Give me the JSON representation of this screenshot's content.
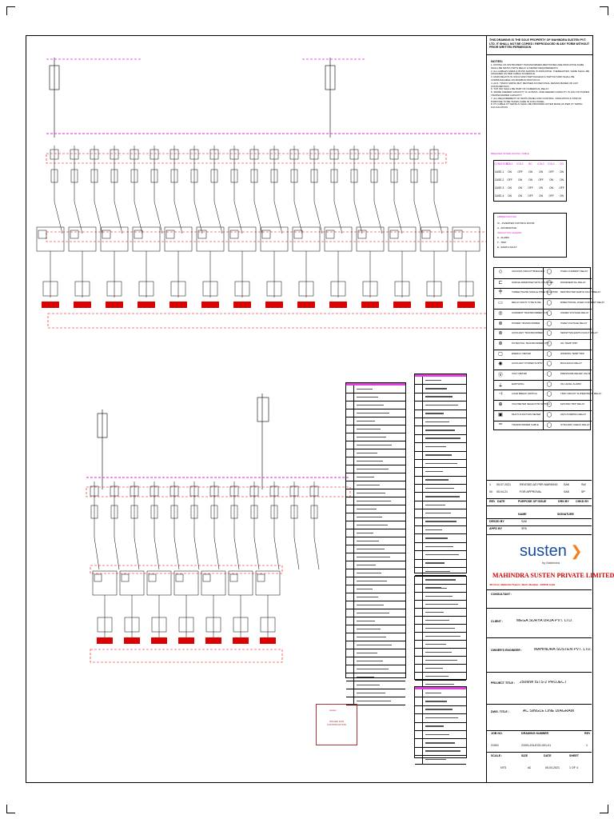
{
  "document": {
    "title_note": "THIS DRAWING IS THE SOLE PROPERTY OF MAHINDRA SUSTEN PVT. LTD. IT SHALL NOT BE COPIED / REPRODUCED IN ANY FORM WITHOUT PRIOR WRITTEN PERMISSION",
    "notes_heading": "NOTES:",
    "notes": [
      "1. RATING OF INSTRUMENT TRANSFORMER MENTIONED ARE INDICATIVE SAME SHALL BE MATCH WITH RELAY & METER REQUIREMENTS.",
      "2. ALL CABLES SIZES & RUNS SHOWN IS INDICATIVE. THEREAFTER, SAME SHALL BE FINALIZED AS PER CABLE SCHEDULE.",
      "3. MAIN RELAYS IN ICM & MAIN SWITCHGEAR & SWITCHYARD SHALL BE COMMUNICABLE ON MODBUS PROTOCOL.",
      "4. AUX. TRAFO SIZING MAY REVISED AS PER FINAL DESIGN BASED OF AUX CONSUMPTION.",
      "5. TCP (NI) SHALL BE PART OF NUMERICAL RELAY.",
      "6. SPARE FEEDER CAPACITY IS 12.5MVA. ONE FEEDER CAPACITY IS 12% OF POWER TRANSFORMER CAPACITY.",
      "7. ALL REQUIREMENT OF NIFPS PANEL FOR CONTROL, INDICATION & STATUS PURPOSE TO BE TAKEN CARE IN ICOG PANEL.",
      "8. PV CABLE CT DETAILS SHALL BE PROVIDED AFTER MAKE AS PER CT SIZING CALCULATION."
    ],
    "interlock_title": "BREAKER INTERLOCKING TABLE",
    "interlock_headers": [
      "CONDITION",
      "ICB-1",
      "ICB-2",
      "BC",
      "ICB-3",
      "ICB-4",
      "OG"
    ],
    "interlock_rows": [
      [
        "CASE-1",
        "ON",
        "OFF",
        "ON",
        "ON",
        "OFF",
        "ON"
      ],
      [
        "CASE-2",
        "OFF",
        "ON",
        "ON",
        "OFF",
        "ON",
        "ON"
      ],
      [
        "CASE-3",
        "ON",
        "ON",
        "OFF",
        "ON",
        "ON",
        "OFF"
      ],
      [
        "CASE-4",
        "ON",
        "ON",
        "OFF",
        "ON",
        "OFF",
        "ON"
      ]
    ],
    "abbrev_title": "ABBREVIATIONS",
    "abbrev": [
      "IC - INVERTER CONTROL ROOM",
      "A - AFFIRMATIVE",
      "INDICATION LEGEND:",
      "A - ALARM",
      "T - TRIP",
      "E - EARTH FAULT"
    ],
    "legend_left": [
      "VACUUM CIRCUIT BREAKER",
      "SURGE ARRESTER WITH COUNTER",
      "THREE PHASE SINGLE POLE ISOLATOR",
      "RELAY MULTI TYPE FUSE",
      "CURRENT TRANSFORMER (CT)",
      "POWER TRANSFORMER",
      "AUXILIARY TRANSFORMER",
      "POTENTIAL TRANSFORMER (PT)",
      "ENERGY METER",
      "AUXILIARY POWER SUPPLY",
      "VOLT METER",
      "EARTHING",
      "LOAD BREAK SWITCH",
      "VOLTMETER SELECTOR SWITCH",
      "MULTI FUNCTION METER",
      "TRANSFORMER CABLE"
    ],
    "legend_right": [
      "OVER CURRENT RELAY",
      "DIFFERENTIAL RELAY",
      "RESTRICTED EARTH FAULT RELAY",
      "DIRECTIONAL OVER CURRENT RELAY",
      "UNDER VOLTAGE RELAY",
      "OVER VOLTAGE RELAY",
      "SENSITIVE EARTH FAULT RELAY",
      "OIL TEMP TRIP",
      "WINDING TEMP TRIP",
      "BUCHHOLZ RELAY",
      "PRESSURE RELIEF VALVE",
      "OIL LEVEL ALARM",
      "TRIP CIRCUIT SUPERVISION RELAY",
      "MASTER TRIP RELAY",
      "ANTI PUMPING RELAY",
      "SYNCHRO CHECK RELAY"
    ],
    "revisions": [
      {
        "rev": "1",
        "date": "05.07.2021",
        "purpose": "REVISED AS PER MARKING",
        "drn": "SAK",
        "chkd": "SW"
      },
      {
        "rev": "00",
        "date": "05.04.21",
        "purpose": "FOR APPROVAL",
        "drn": "SAK",
        "chkd": "SP"
      }
    ],
    "rev_headers": [
      "REV",
      "DATE",
      "PURPOSE OF ISSUE",
      "DRN BY",
      "CHKD BY"
    ],
    "name_header": "NAME",
    "signature_header": "SIGNATURE",
    "desgd_by": "DESGD BY",
    "desgd_name": "SAK",
    "appd_by": "APPD BY",
    "appd_name": "SPA",
    "logo_text": "susten",
    "logo_sub": "by Mahindra",
    "company": "MAHINDRA SUSTEN PRIVATE LIMITED",
    "company_addr": "4th Floor, Mahindra Towers, Worli, Mumbai - 400018, India",
    "consultant_label": "CONSULTANT :",
    "client_label": "CLIENT :",
    "client_name": "MEGA SURYA URJA PVT. LTD.",
    "owner_label": "OWNER'S ENGINEER :",
    "owner_name": "MAHINDRA SUSTEN PVT. LTD.",
    "project_label": "PROJECT TITLE :",
    "project_name": "250MW ISTS-2 PROJECT",
    "dwg_title_label": "DWG. TITLE :",
    "dwg_title": "AC SINGLE LINE DIAGRAM",
    "job_no_label": "JOB NO.",
    "job_no": "21001",
    "drawing_number_label": "DRAWING NUMBER",
    "drawing_number": "21001-EA-ECD-001-01",
    "rev_label": "REV",
    "rev_value": "1",
    "scale_label": "SCALE :",
    "scale_value": "NTS",
    "size_label": "SIZE",
    "size_value": "A0",
    "date_label": "DATE",
    "date_value": "05.04.2021",
    "sheet_label": "SHEET",
    "sheet_value": "1 OF 4",
    "stamp_text": "ISSUED FOR CONSTRUCTION",
    "stamp_logo": "susten"
  }
}
